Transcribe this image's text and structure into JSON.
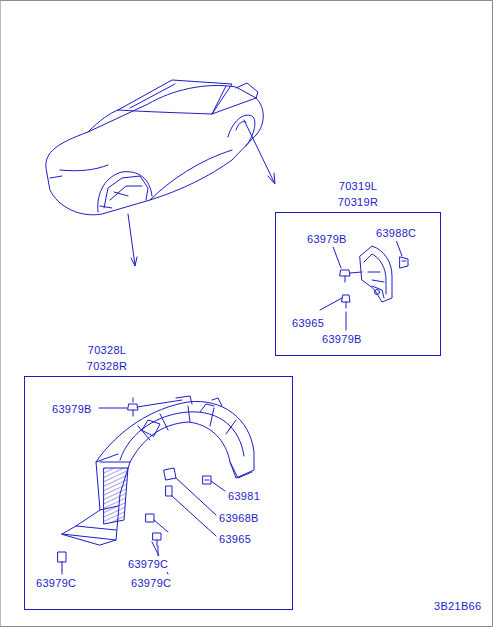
{
  "diagram": {
    "nodes": [
      {
        "text": [
          "70319L",
          "70319R"
        ]
      },
      {
        "text": [
          "70328L",
          "70328R"
        ]
      }
    ],
    "labels": [
      "63979B",
      "63988C",
      "63965",
      "63979B",
      "63979B",
      "63981",
      "63968B",
      "63965",
      "63979C",
      "63979C",
      "63979C",
      "3B21B66"
    ]
  }
}
